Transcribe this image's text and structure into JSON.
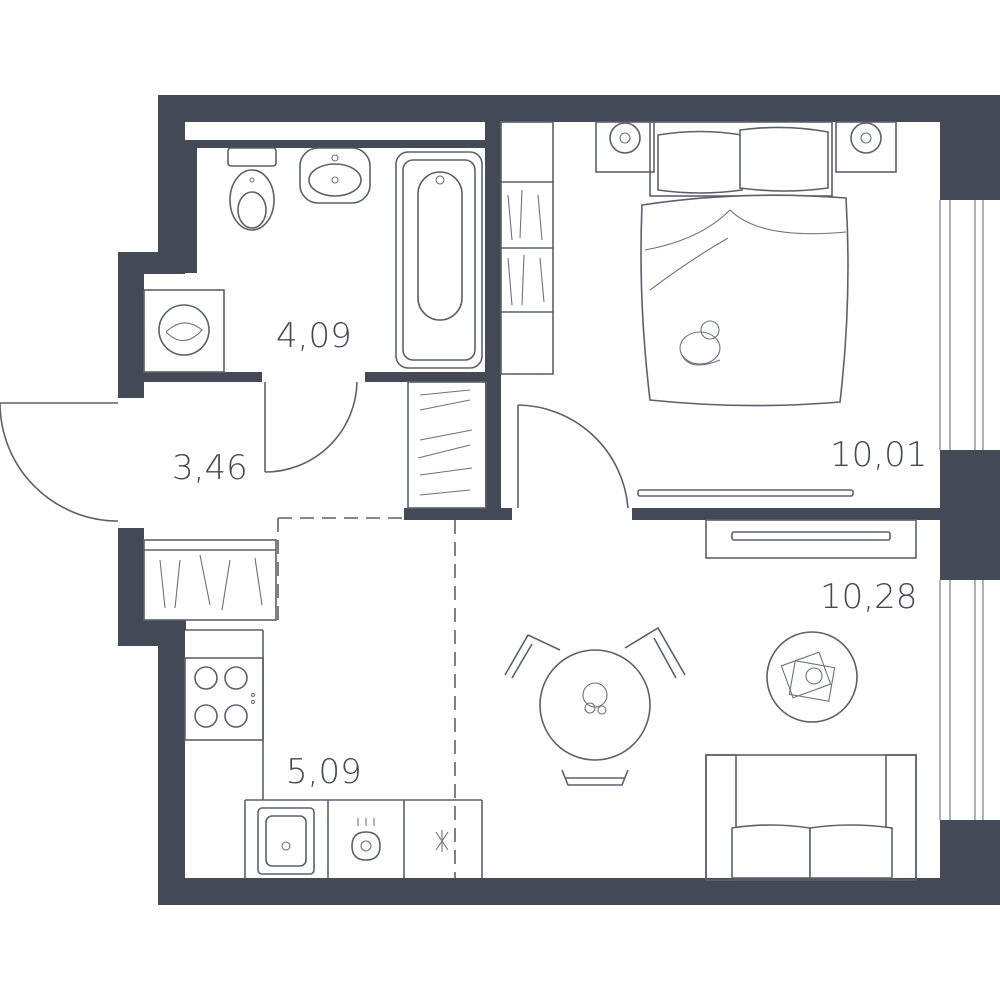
{
  "rooms": [
    {
      "id": "bathroom",
      "area": "4,09"
    },
    {
      "id": "hallway",
      "area": "3,46"
    },
    {
      "id": "bedroom",
      "area": "10,01"
    },
    {
      "id": "living",
      "area": "10,28"
    },
    {
      "id": "kitchen",
      "area": "5,09"
    }
  ],
  "colors": {
    "wall": "#444a55",
    "line": "#5b606b"
  }
}
